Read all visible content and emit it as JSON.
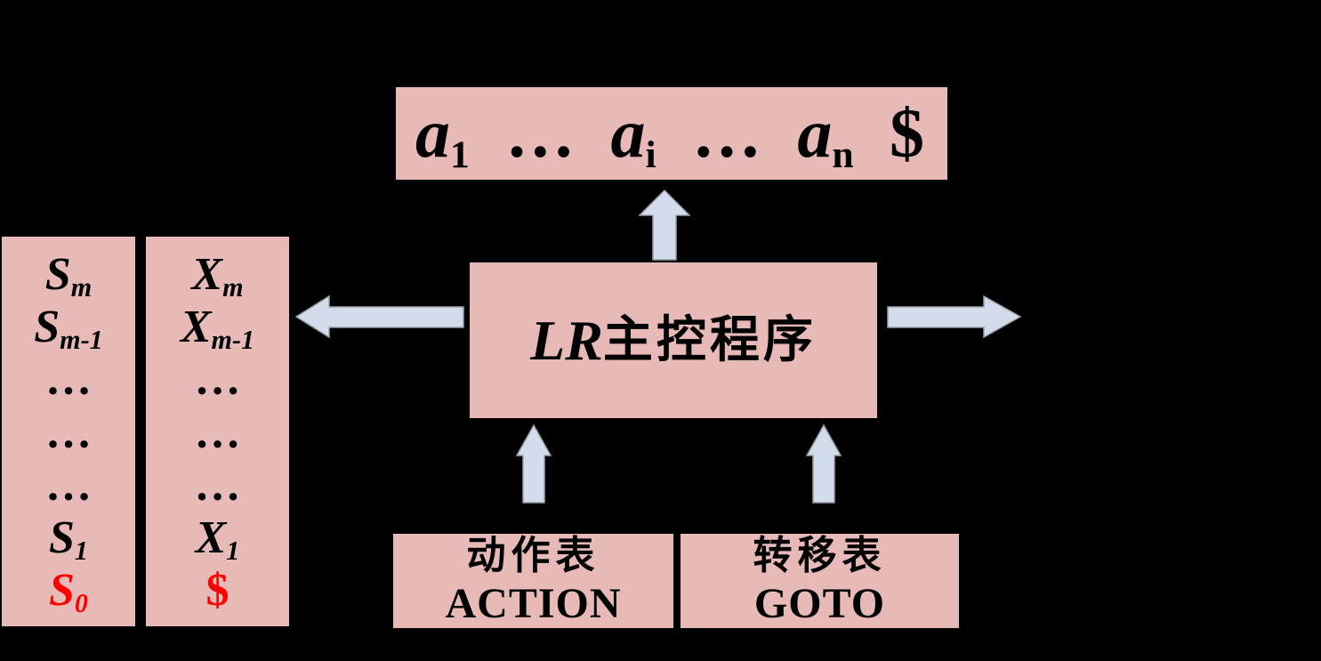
{
  "colors": {
    "background": "#000000",
    "box_pink": "#e7b9b7",
    "text_black": "#000000",
    "highlight_red": "#fe0000",
    "arrow_fill": "#d3dcea",
    "arrow_outline": "#99a0ab"
  },
  "input_buffer": {
    "tokens": [
      {
        "base": "a",
        "sub": "1",
        "style": "italic"
      },
      {
        "base": "…",
        "sub": "",
        "style": "normal"
      },
      {
        "base": "a",
        "sub": "i",
        "style": "italic"
      },
      {
        "base": "…",
        "sub": "",
        "style": "normal"
      },
      {
        "base": "a",
        "sub": "n",
        "style": "italic"
      },
      {
        "base": "$",
        "sub": "",
        "style": "normal"
      }
    ]
  },
  "controller": {
    "latin": "LR",
    "cjk": "主控程序"
  },
  "stack": {
    "state_column": {
      "rows": [
        {
          "base": "S",
          "sub": "m",
          "color": "#000000",
          "style": "italic"
        },
        {
          "base": "S",
          "sub": "m-1",
          "color": "#000000",
          "style": "italic"
        },
        {
          "base": "…",
          "sub": "",
          "color": "#000000",
          "style": "normal"
        },
        {
          "base": "…",
          "sub": "",
          "color": "#000000",
          "style": "normal"
        },
        {
          "base": "…",
          "sub": "",
          "color": "#000000",
          "style": "normal"
        },
        {
          "base": "S",
          "sub": "1",
          "color": "#000000",
          "style": "italic"
        },
        {
          "base": "S",
          "sub": "0",
          "color": "#fe0000",
          "style": "italic"
        }
      ]
    },
    "symbol_column": {
      "rows": [
        {
          "base": "X",
          "sub": "m",
          "color": "#000000",
          "style": "italic"
        },
        {
          "base": "X",
          "sub": "m-1",
          "color": "#000000",
          "style": "italic"
        },
        {
          "base": "…",
          "sub": "",
          "color": "#000000",
          "style": "normal"
        },
        {
          "base": "…",
          "sub": "",
          "color": "#000000",
          "style": "normal"
        },
        {
          "base": "…",
          "sub": "",
          "color": "#000000",
          "style": "normal"
        },
        {
          "base": "X",
          "sub": "1",
          "color": "#000000",
          "style": "italic"
        },
        {
          "base": "$",
          "sub": "",
          "color": "#fe0000",
          "style": "normal"
        }
      ]
    }
  },
  "action_table": {
    "title_cjk": "动作表",
    "title_en": "ACTION"
  },
  "goto_table": {
    "title_cjk": "转移表",
    "title_en": "GOTO"
  },
  "arrows": {
    "to_input": "up-arrow",
    "to_stack": "left-arrow",
    "to_output": "right-arrow",
    "from_action": "up-arrow",
    "from_goto": "up-arrow"
  }
}
